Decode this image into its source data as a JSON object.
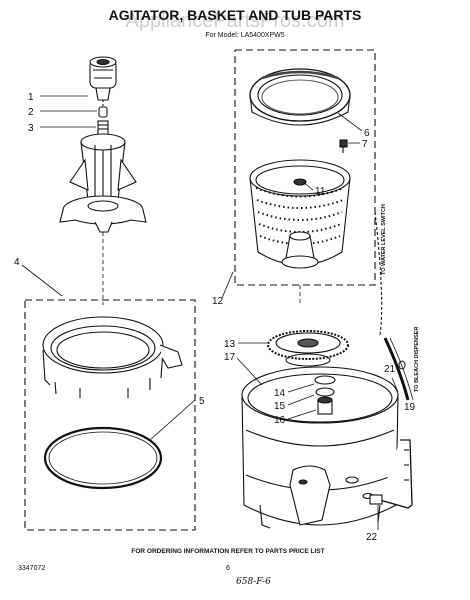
{
  "header": {
    "title": "AGITATOR, BASKET AND TUB PARTS",
    "model": "For Model: LA5400XPW5",
    "watermark": "AppliancePartsPros.com"
  },
  "callouts": [
    "1",
    "2",
    "3",
    "4",
    "5",
    "6",
    "7",
    "11",
    "12",
    "13",
    "14",
    "15",
    "16",
    "17",
    "19",
    "21",
    "22"
  ],
  "side_labels": {
    "water_level": "TO WATER LEVEL SWITCH",
    "bleach": "TO BLEACH DISPENSER"
  },
  "footer": {
    "note": "FOR ORDERING INFORMATION REFER TO PARTS PRICE LIST",
    "doc_number": "3347072",
    "page": "6",
    "handwritten": "658-F-6"
  }
}
